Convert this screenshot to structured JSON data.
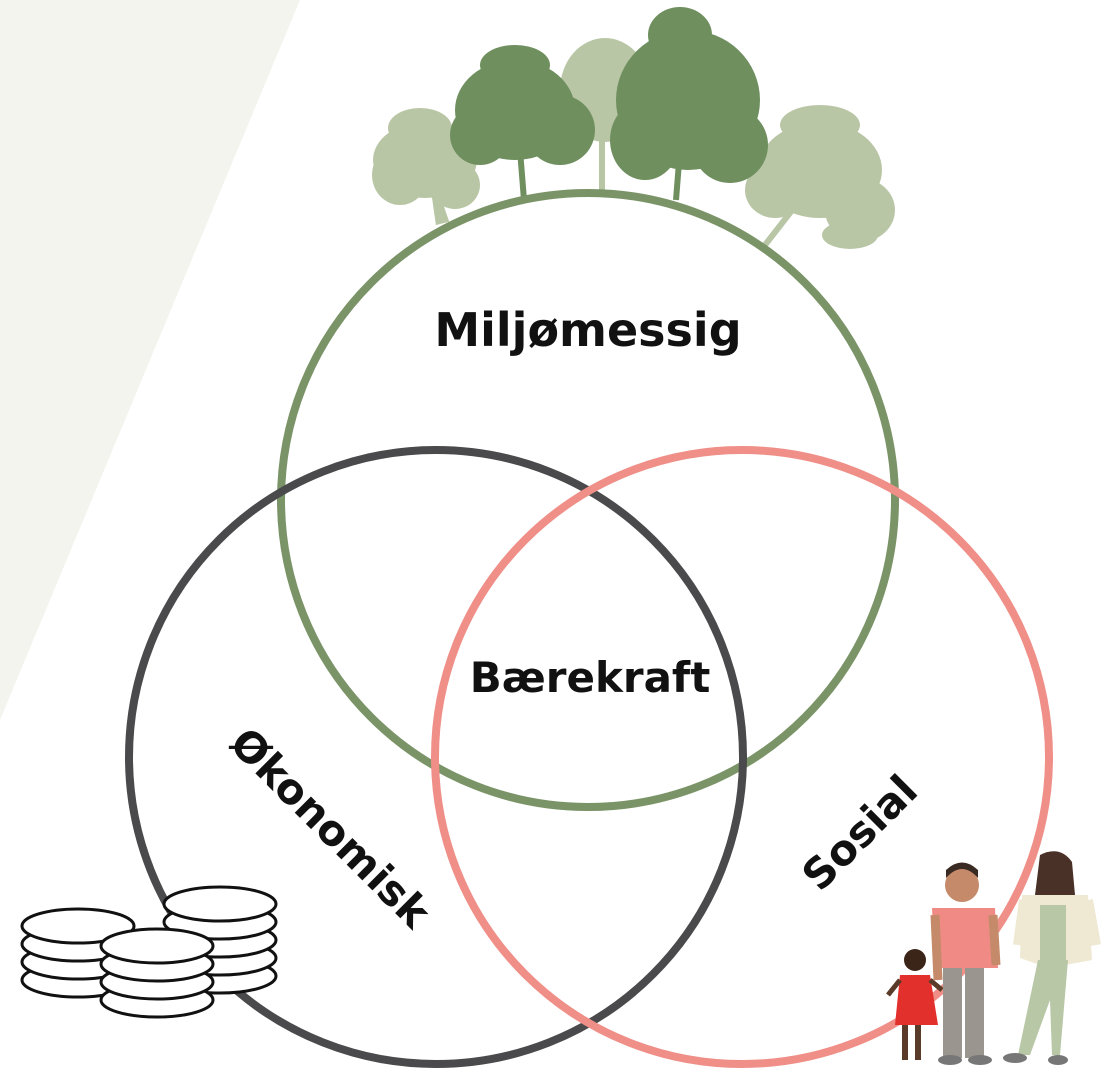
{
  "diagram": {
    "labels": {
      "environmental": "Miljømessig",
      "center": "Bærekraft",
      "economic": "Økonomisk",
      "social": "Sosial"
    },
    "colors": {
      "background_band": "#f4f4ee",
      "environmental_ring": "#7a9468",
      "economic_ring": "#4a4a4c",
      "social_ring": "#ef8f88",
      "tree_dark": "#6f8f5f",
      "tree_light": "#b9c6a6",
      "coin_fill": "#ffffff",
      "coin_stroke": "#111111"
    },
    "icons": {
      "environmental": "trees-icon",
      "economic": "coin-stack-icon",
      "social": "family-icon"
    }
  }
}
